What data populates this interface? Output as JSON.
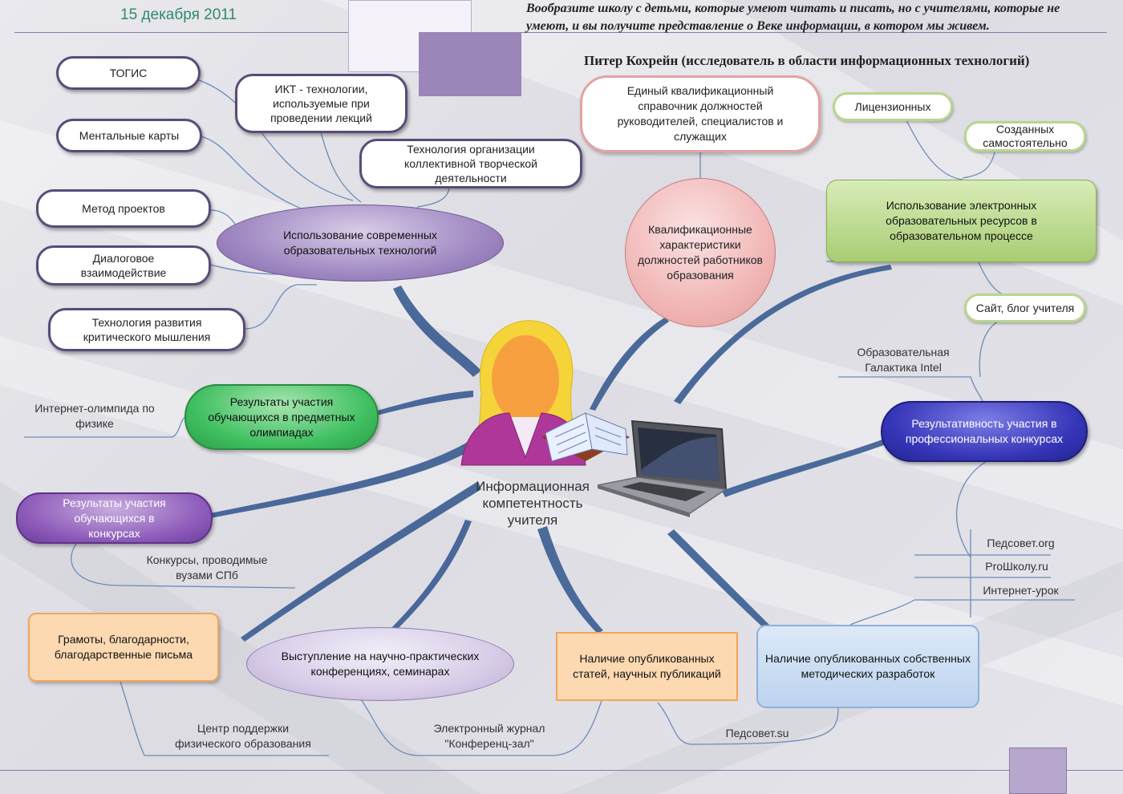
{
  "header": {
    "date": "15 декабря 2011",
    "quote": "Вообразите школу с детьми, которые умеют читать и писать, но с учителями, которые не умеют, и вы получите представление о Веке информации, в котором мы живем.",
    "author": "Питер Кохрейн (исследователь в области информационных технологий)"
  },
  "center": {
    "label": "Информационная компетентность учителя"
  },
  "tech": {
    "main": "Использование современных образовательных технологий",
    "togis": "ТОГИС",
    "ikt": "ИКТ - технологии, используемые при проведении лекций",
    "ktd": "Технология организации коллективной творческой деятельности",
    "mental": "Ментальные карты",
    "projects": "Метод проектов",
    "dialog": "Диалоговое взаимодействие",
    "critical": "Технология развития критического мышления"
  },
  "qual": {
    "main": "Квалификационные характеристики должностей работников образования",
    "guide": "Единый квалификационный справочник должностей руководителей, специалистов и служащих"
  },
  "eres": {
    "main": "Использование электронных образовательных ресурсов в образовательном процессе",
    "licensed": "Лицензионных",
    "own": "Созданных самостоятельно",
    "site": "Сайт, блог учителя"
  },
  "prof": {
    "main": "Результативность участия в профессиональных конкурсах",
    "intel": "Образовательная Галактика Intel"
  },
  "olymp": {
    "main": "Результаты участия обучающихся в предметных олимпиадах",
    "physics": "Интернет-олимпида по физике"
  },
  "contest": {
    "main": "Результаты участия обучающихся в конкурсах",
    "spb": "Конкурсы, проводимые вузами СПб"
  },
  "gram": {
    "main": "Грамоты, благодарности, благодарственные письма",
    "center": "Центр поддержки физического образования"
  },
  "conf": {
    "main": "Выступление на научно-практических конференциях, семинарах",
    "journal": "Электронный журнал \"Конференц-зал\""
  },
  "art": {
    "main": "Наличие опубликованных статей, научных публикаций"
  },
  "meth": {
    "main": "Наличие опубликованных собственных методических разработок",
    "pedsovet_su": "Педсовет.su",
    "sites": [
      "Педсовет.org",
      "ProШколу.ru",
      "Интернет-урок"
    ]
  },
  "colors": {
    "branch": "#3d5f93",
    "line": "#6b8bb8",
    "header_accent": "#9a86b8"
  }
}
